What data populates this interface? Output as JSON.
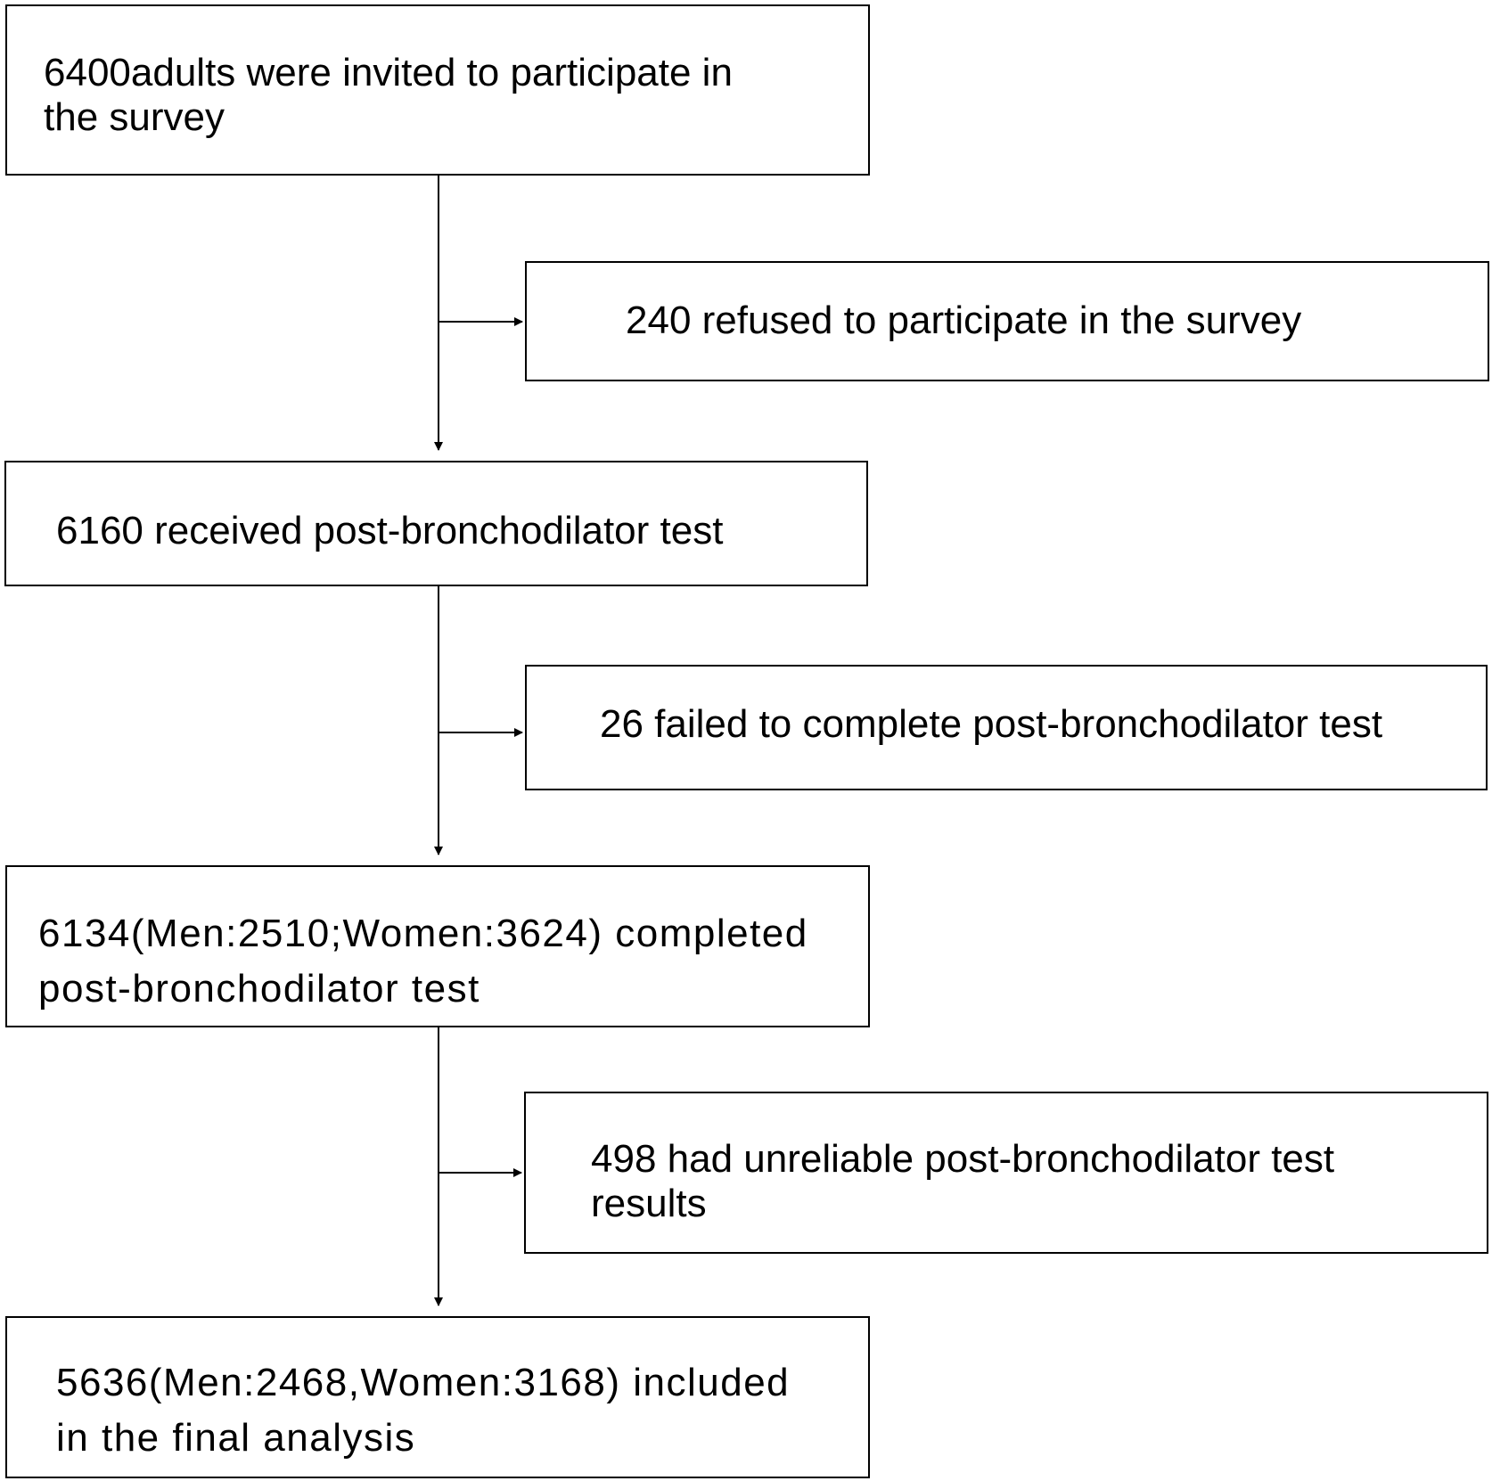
{
  "flow": {
    "main_steps": [
      {
        "text": "6400adults were invited to participate in\nthe survey"
      },
      {
        "text": "6160 received post-bronchodilator test"
      },
      {
        "text": "6134(Men:2510;Women:3624) completed\npost-bronchodilator test"
      },
      {
        "text": "5636(Men:2468,Women:3168) included\nin the final analysis"
      }
    ],
    "exclusions": [
      {
        "text": "240 refused to participate in the survey"
      },
      {
        "text": "26 failed to complete post-bronchodilator test"
      },
      {
        "text": "498 had unreliable post-bronchodilator test\nresults"
      }
    ]
  },
  "colors": {
    "line": "#000000",
    "background": "#ffffff",
    "text": "#000000"
  }
}
